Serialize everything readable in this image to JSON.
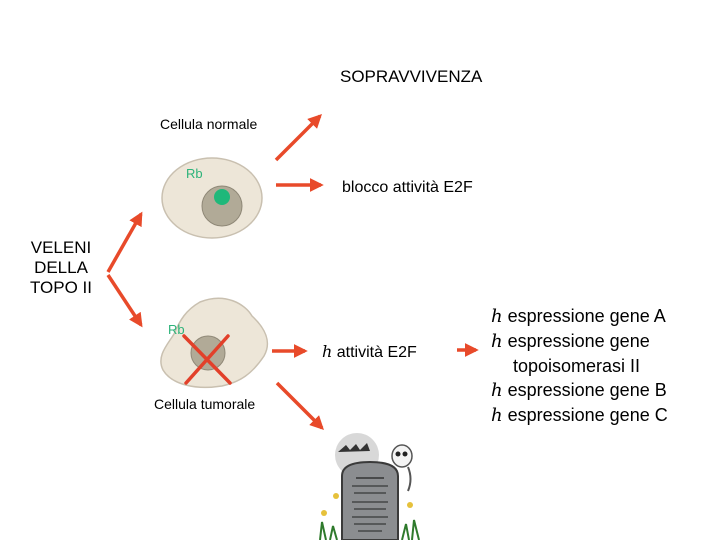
{
  "labels": {
    "survival": "SOPRAVVIVENZA",
    "normal_cell": "Cellula normale",
    "rb_normal": "Rb",
    "e2f_block": "blocco attività E2F",
    "poison": [
      "VELENI",
      "DELLA",
      "TOPO II"
    ],
    "rb_tumor": "Rb",
    "tumor_cell": "Cellula tumorale",
    "e2f_activity_symbol": "h",
    "e2f_activity": "attività E2F"
  },
  "effects": [
    {
      "symbol": "h",
      "lines": [
        "espressione gene A"
      ]
    },
    {
      "symbol": "h",
      "lines": [
        "espressione gene",
        "topoisomerasi II"
      ]
    },
    {
      "symbol": "h",
      "lines": [
        "espressione gene B"
      ]
    },
    {
      "symbol": "h",
      "lines": [
        "espressione gene C"
      ]
    }
  ],
  "colors": {
    "arrow": "#e84a2a",
    "cell_fill": "#ede6d8",
    "cell_stroke": "#c9c0b0",
    "nucleus_fill": "#b1aa97",
    "nucleus_stroke": "#8f8877",
    "rb_dot": "#1fb87a",
    "rb_label": "#2db37a",
    "cross": "#e2402a"
  }
}
